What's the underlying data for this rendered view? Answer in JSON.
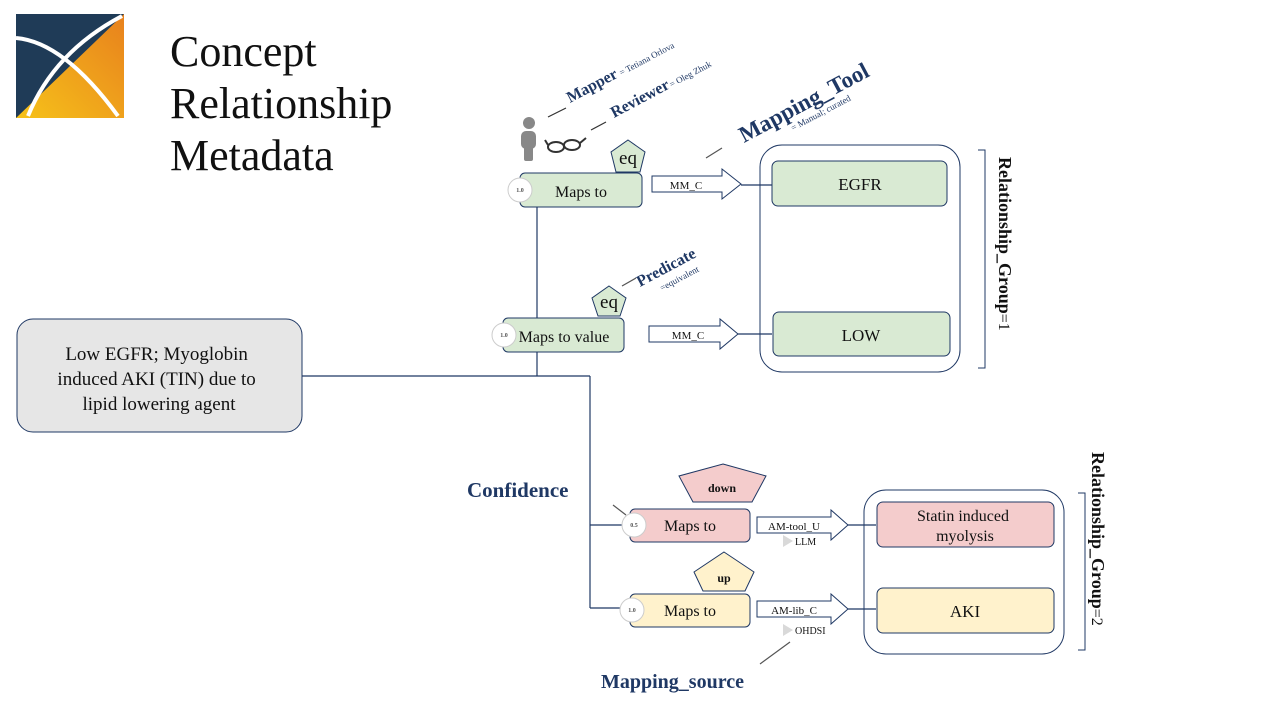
{
  "title_lines": [
    "Concept",
    "Relationship",
    "Metadata"
  ],
  "source_concept": "Low EGFR; Myoglobin induced AKI (TIN) due to lipid lowering agent",
  "source_lines": [
    "Low EGFR; Myoglobin",
    "induced AKI (TIN) due to",
    "lipid lowering agent"
  ],
  "metadata_labels": {
    "mapper": "Mapper",
    "mapper_value": "= Tetiana Orlova",
    "reviewer": "Reviewer",
    "reviewer_value": "= Oleg Zhuk",
    "mapping_tool": "Mapping_Tool",
    "mapping_tool_value": "= Manual; curated",
    "predicate": "Predicate",
    "predicate_value": "=equivalent",
    "confidence": "Confidence",
    "mapping_source": "Mapping_source"
  },
  "group1": {
    "label": "Relationship_Group",
    "value": "=1",
    "rows": [
      {
        "confidence": "1.0",
        "relationship": "Maps to",
        "predicate": "eq",
        "tool": "MM_C",
        "target": "EGFR"
      },
      {
        "confidence": "1.0",
        "relationship": "Maps to value",
        "predicate": "eq",
        "tool": "MM_C",
        "target": "LOW"
      }
    ]
  },
  "group2": {
    "label": "Relationship_Group",
    "value": "=2",
    "rows": [
      {
        "confidence": "0.5",
        "relationship": "Maps to",
        "predicate": "down",
        "tool": "AM-tool_U",
        "source": "LLM",
        "target_lines": [
          "Statin induced",
          "myolysis"
        ]
      },
      {
        "confidence": "1.0",
        "relationship": "Maps to",
        "predicate": "up",
        "tool": "AM-lib_C",
        "source": "OHDSI",
        "target_lines": [
          "AKI"
        ]
      }
    ]
  },
  "colors": {
    "navy": "#1f3864",
    "green": "#d9ead3",
    "red": "#f4cccc",
    "yellow": "#fff2cc",
    "gray": "#e6e6e6",
    "logo_navy": "#1f3b57",
    "logo_orange": "#f39c12"
  },
  "icons": [
    "ohdsi-logo",
    "person-icon",
    "glasses-icon",
    "pentagon-icon",
    "arrow-icon",
    "triangle-icon"
  ]
}
